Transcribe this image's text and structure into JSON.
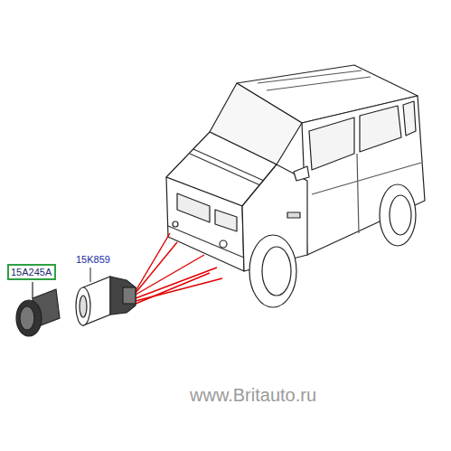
{
  "diagram": {
    "nodes": [
      {
        "text": [
          "15A245A"
        ]
      }
    ],
    "labels": [
      "15K859",
      "www.Britauto.ru"
    ]
  }
}
